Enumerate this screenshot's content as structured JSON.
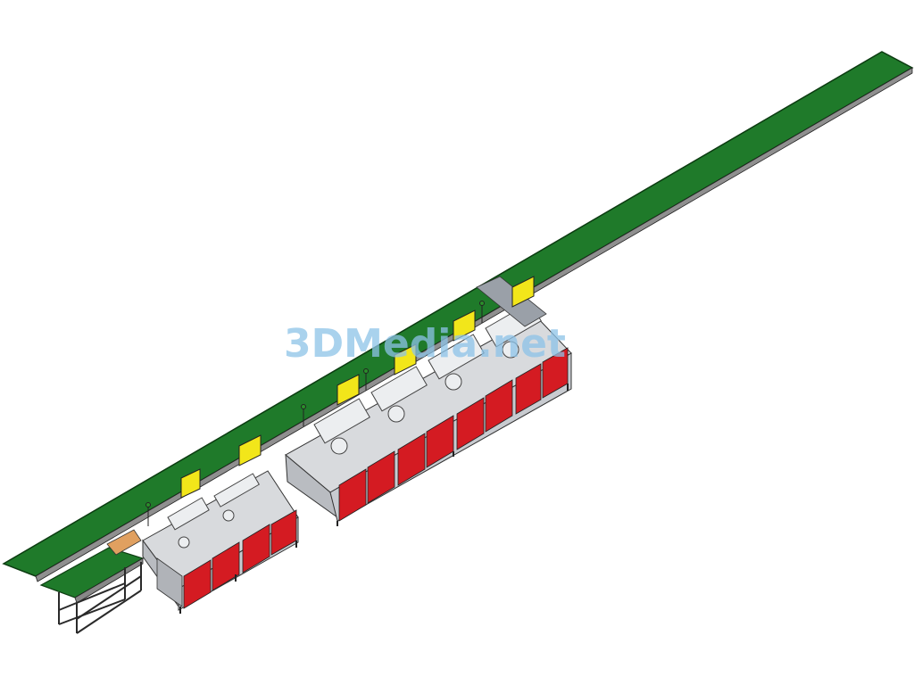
{
  "watermark": {
    "text": "3DMedia.net"
  },
  "colors": {
    "conveyor_belt": "#1f7a2a",
    "conveyor_edge": "#0d3d12",
    "cabinet_red": "#d41b22",
    "machine_gray": "#c9ccd1",
    "frame_dark": "#2a2a2a",
    "monitor_yellow": "#f2e61a",
    "background": "#ffffff"
  },
  "scene": {
    "description_icon": "factory-assembly-line-icon",
    "stations": [
      {
        "name": "station-1",
        "monitor": true
      },
      {
        "name": "station-2",
        "monitor": true
      },
      {
        "name": "station-3",
        "monitor": true
      },
      {
        "name": "station-4",
        "monitor": true
      },
      {
        "name": "station-5",
        "monitor": true
      },
      {
        "name": "station-6",
        "monitor": true
      }
    ]
  }
}
